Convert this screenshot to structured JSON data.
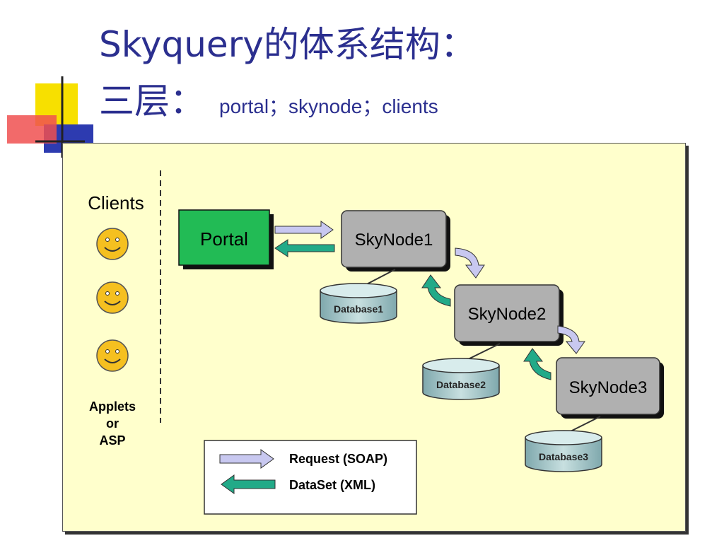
{
  "title": {
    "line1_latin": "Skyquery",
    "line1_cjk": "的体系结构：",
    "line2_cjk": "三层：",
    "line2_detail": "portal；skynode；clients"
  },
  "diagram": {
    "clients_label": "Clients",
    "clients_note": [
      "Applets",
      "or",
      "ASP"
    ],
    "portal_label": "Portal",
    "nodes": [
      "SkyNode1",
      "SkyNode2",
      "SkyNode3"
    ],
    "databases": [
      "Database1",
      "Database2",
      "Database3"
    ],
    "legend": {
      "request": "Request (SOAP)",
      "dataset": "DataSet (XML)"
    },
    "colors": {
      "background": "#ffffcc",
      "portal": "#22bb55",
      "node": "#b0b0b0",
      "smiley": "#f5c020",
      "request_arrow": "#c8c8f0",
      "dataset_arrow": "#22aa88"
    }
  }
}
